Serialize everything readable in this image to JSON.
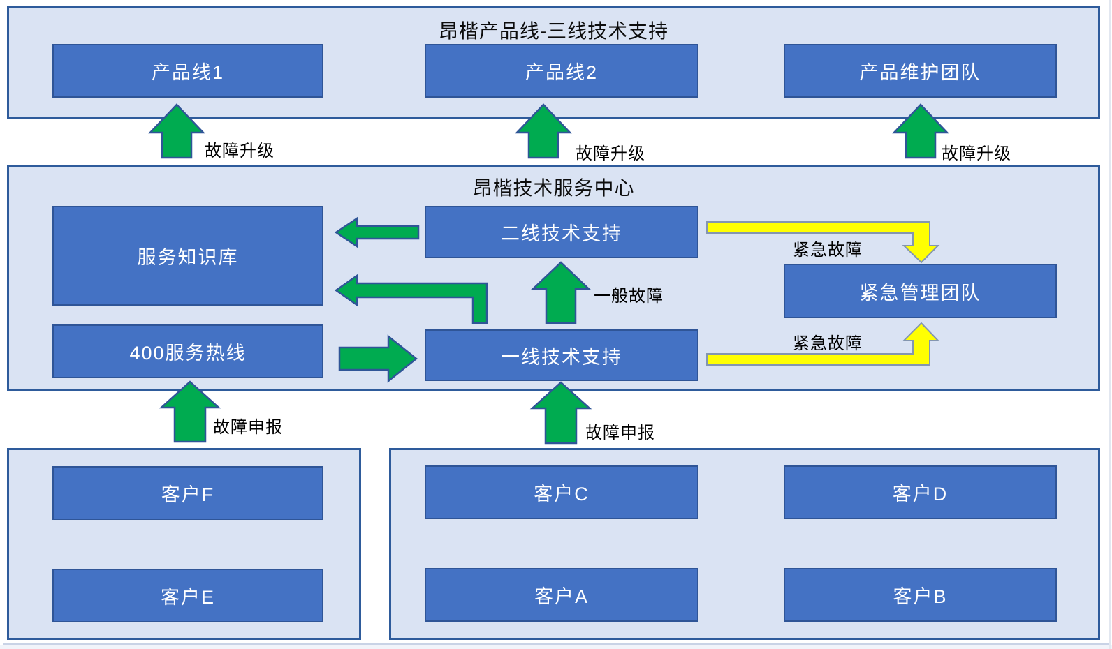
{
  "colors": {
    "container_fill": "#dae3f3",
    "container_border": "#2e5b9b",
    "node_fill": "#4472c4",
    "node_border": "#2f5597",
    "node_text": "#ffffff",
    "green_arrow": "#00ab50",
    "yellow_arrow": "#ffff02",
    "label_text": "#000000"
  },
  "top_section": {
    "title": "昂楷产品线-三线技术支持",
    "boxes": {
      "product_line_1": "产品线1",
      "product_line_2": "产品线2",
      "product_maintenance_team": "产品维护团队"
    }
  },
  "middle_section": {
    "title": "昂楷技术服务中心",
    "boxes": {
      "knowledge_base": "服务知识库",
      "hotline_400": "400服务热线",
      "second_line_support": "二线技术支持",
      "first_line_support": "一线技术支持",
      "emergency_team": "紧急管理团队"
    }
  },
  "customer_section": {
    "left_group": {
      "customer_f": "客户F",
      "customer_e": "客户E"
    },
    "right_group": {
      "customer_c": "客户C",
      "customer_d": "客户D",
      "customer_a": "客户A",
      "customer_b": "客户B"
    }
  },
  "labels": {
    "escalation": [
      "故障升级",
      "故障升级",
      "故障升级"
    ],
    "report": [
      "故障申报",
      "故障申报"
    ],
    "general_fault": "一般故障",
    "urgent_fault": [
      "紧急故障",
      "紧急故障"
    ]
  }
}
